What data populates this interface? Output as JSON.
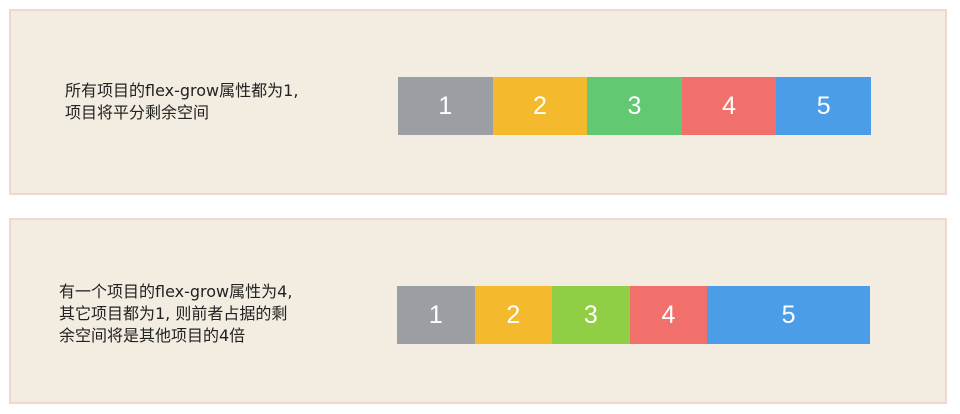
{
  "panels": [
    {
      "caption_lines": [
        "所有项目的flex-grow属性都为1,",
        "项目将平分剩余空间"
      ],
      "items": [
        {
          "label": "1",
          "flex_grow": 1,
          "color": "#9b9fa3"
        },
        {
          "label": "2",
          "flex_grow": 1,
          "color": "#f5b92e"
        },
        {
          "label": "3",
          "flex_grow": 1,
          "color": "#62c972"
        },
        {
          "label": "4",
          "flex_grow": 1,
          "color": "#f2706b"
        },
        {
          "label": "5",
          "flex_grow": 1,
          "color": "#4a9de6"
        }
      ]
    },
    {
      "caption_lines": [
        "有一个项目的flex-grow属性为4,",
        "其它项目都为1, 则前者占据的剩",
        "余空间将是其他项目的4倍"
      ],
      "items": [
        {
          "label": "1",
          "flex_grow": 1,
          "color": "#9b9fa3"
        },
        {
          "label": "2",
          "flex_grow": 1,
          "color": "#f5b92e"
        },
        {
          "label": "3",
          "flex_grow": 1,
          "color": "#8fce45"
        },
        {
          "label": "4",
          "flex_grow": 1,
          "color": "#f2706b"
        },
        {
          "label": "5",
          "flex_grow": 2.1,
          "color": "#4a9de6"
        }
      ]
    }
  ]
}
